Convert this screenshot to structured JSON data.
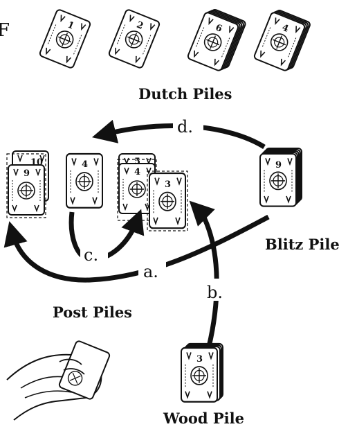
{
  "top_left_glyph": "F",
  "labels": {
    "dutch": "Dutch Piles",
    "blitz": "Blitz Pile",
    "post": "Post Piles",
    "wood": "Wood Pile"
  },
  "steps": {
    "a": "a.",
    "b": "b.",
    "c": "c.",
    "d": "d."
  },
  "cards": {
    "dutch": [
      "1",
      "2",
      "6",
      "4"
    ],
    "post": [
      "9",
      "4",
      "4",
      "3"
    ],
    "post_behind": [
      "10",
      "5"
    ],
    "blitz": "9",
    "wood": "3"
  },
  "colors": {
    "ink": "#111111",
    "paper": "#ffffff"
  }
}
